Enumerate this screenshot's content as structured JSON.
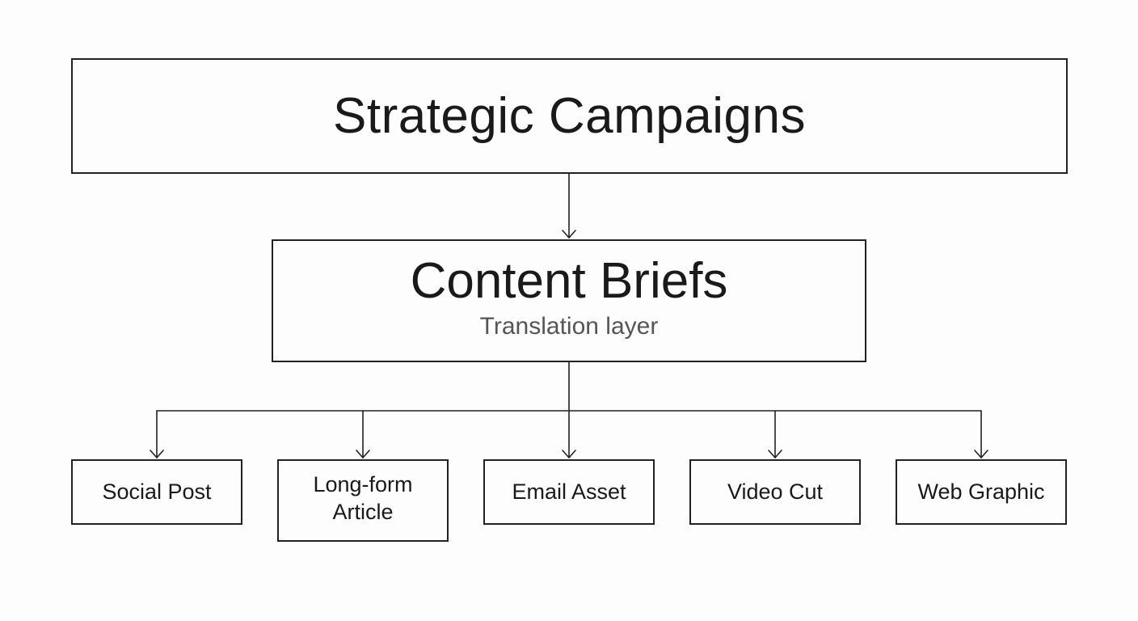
{
  "diagram": {
    "top_node": {
      "title": "Strategic Campaigns"
    },
    "middle_node": {
      "title": "Content Briefs",
      "subtitle": "Translation layer"
    },
    "leaf_nodes": [
      {
        "label": "Social Post"
      },
      {
        "label": "Long-form\nArticle"
      },
      {
        "label": "Email Asset"
      },
      {
        "label": "Video Cut"
      },
      {
        "label": "Web Graphic"
      }
    ],
    "colors": {
      "stroke": "#222222",
      "text": "#1a1a1a",
      "subtitle_text": "#555555",
      "background": "#fdfdfd"
    }
  }
}
